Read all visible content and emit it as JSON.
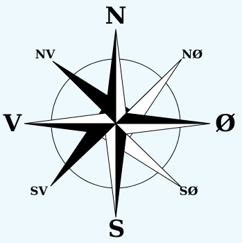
{
  "compass": {
    "labels": {
      "north": "N",
      "south": "S",
      "east": "Ø",
      "west": "V",
      "northeast": "NØ",
      "northwest": "NV",
      "southeast": "SØ",
      "southwest": "SV"
    },
    "colors": {
      "background": "#eef9fd",
      "ink": "#000000",
      "paper": "#ffffff"
    }
  }
}
